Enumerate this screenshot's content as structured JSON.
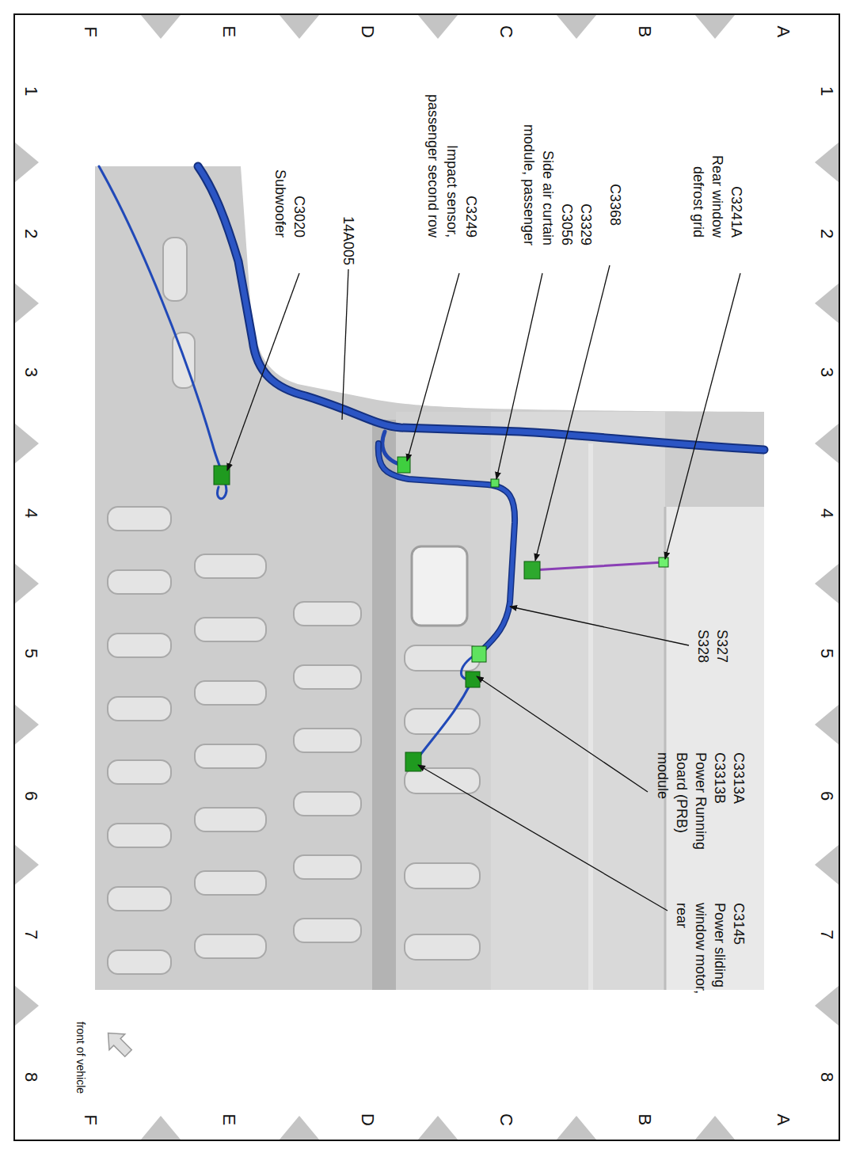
{
  "diagram": {
    "labels": [
      "C3241A",
      "Rear window defrost grid",
      "C3368",
      "C3329",
      "C3056",
      "Side air curtain module, passenger",
      "C3249",
      "Impact sensor, passenger second row",
      "14A005",
      "C3020",
      "Subwoofer",
      "S327",
      "S328",
      "C3313A",
      "C3313B",
      "Power Running Board (PRB) module",
      "C3145",
      "Power sliding window motor, rear",
      "front of vehicle",
      "1",
      "2",
      "3",
      "4",
      "5",
      "6",
      "7",
      "8",
      "1",
      "2",
      "3",
      "4",
      "5",
      "6",
      "7",
      "8",
      "A",
      "B",
      "C",
      "D",
      "E",
      "F",
      "A",
      "B",
      "C",
      "D",
      "E",
      "F"
    ]
  }
}
